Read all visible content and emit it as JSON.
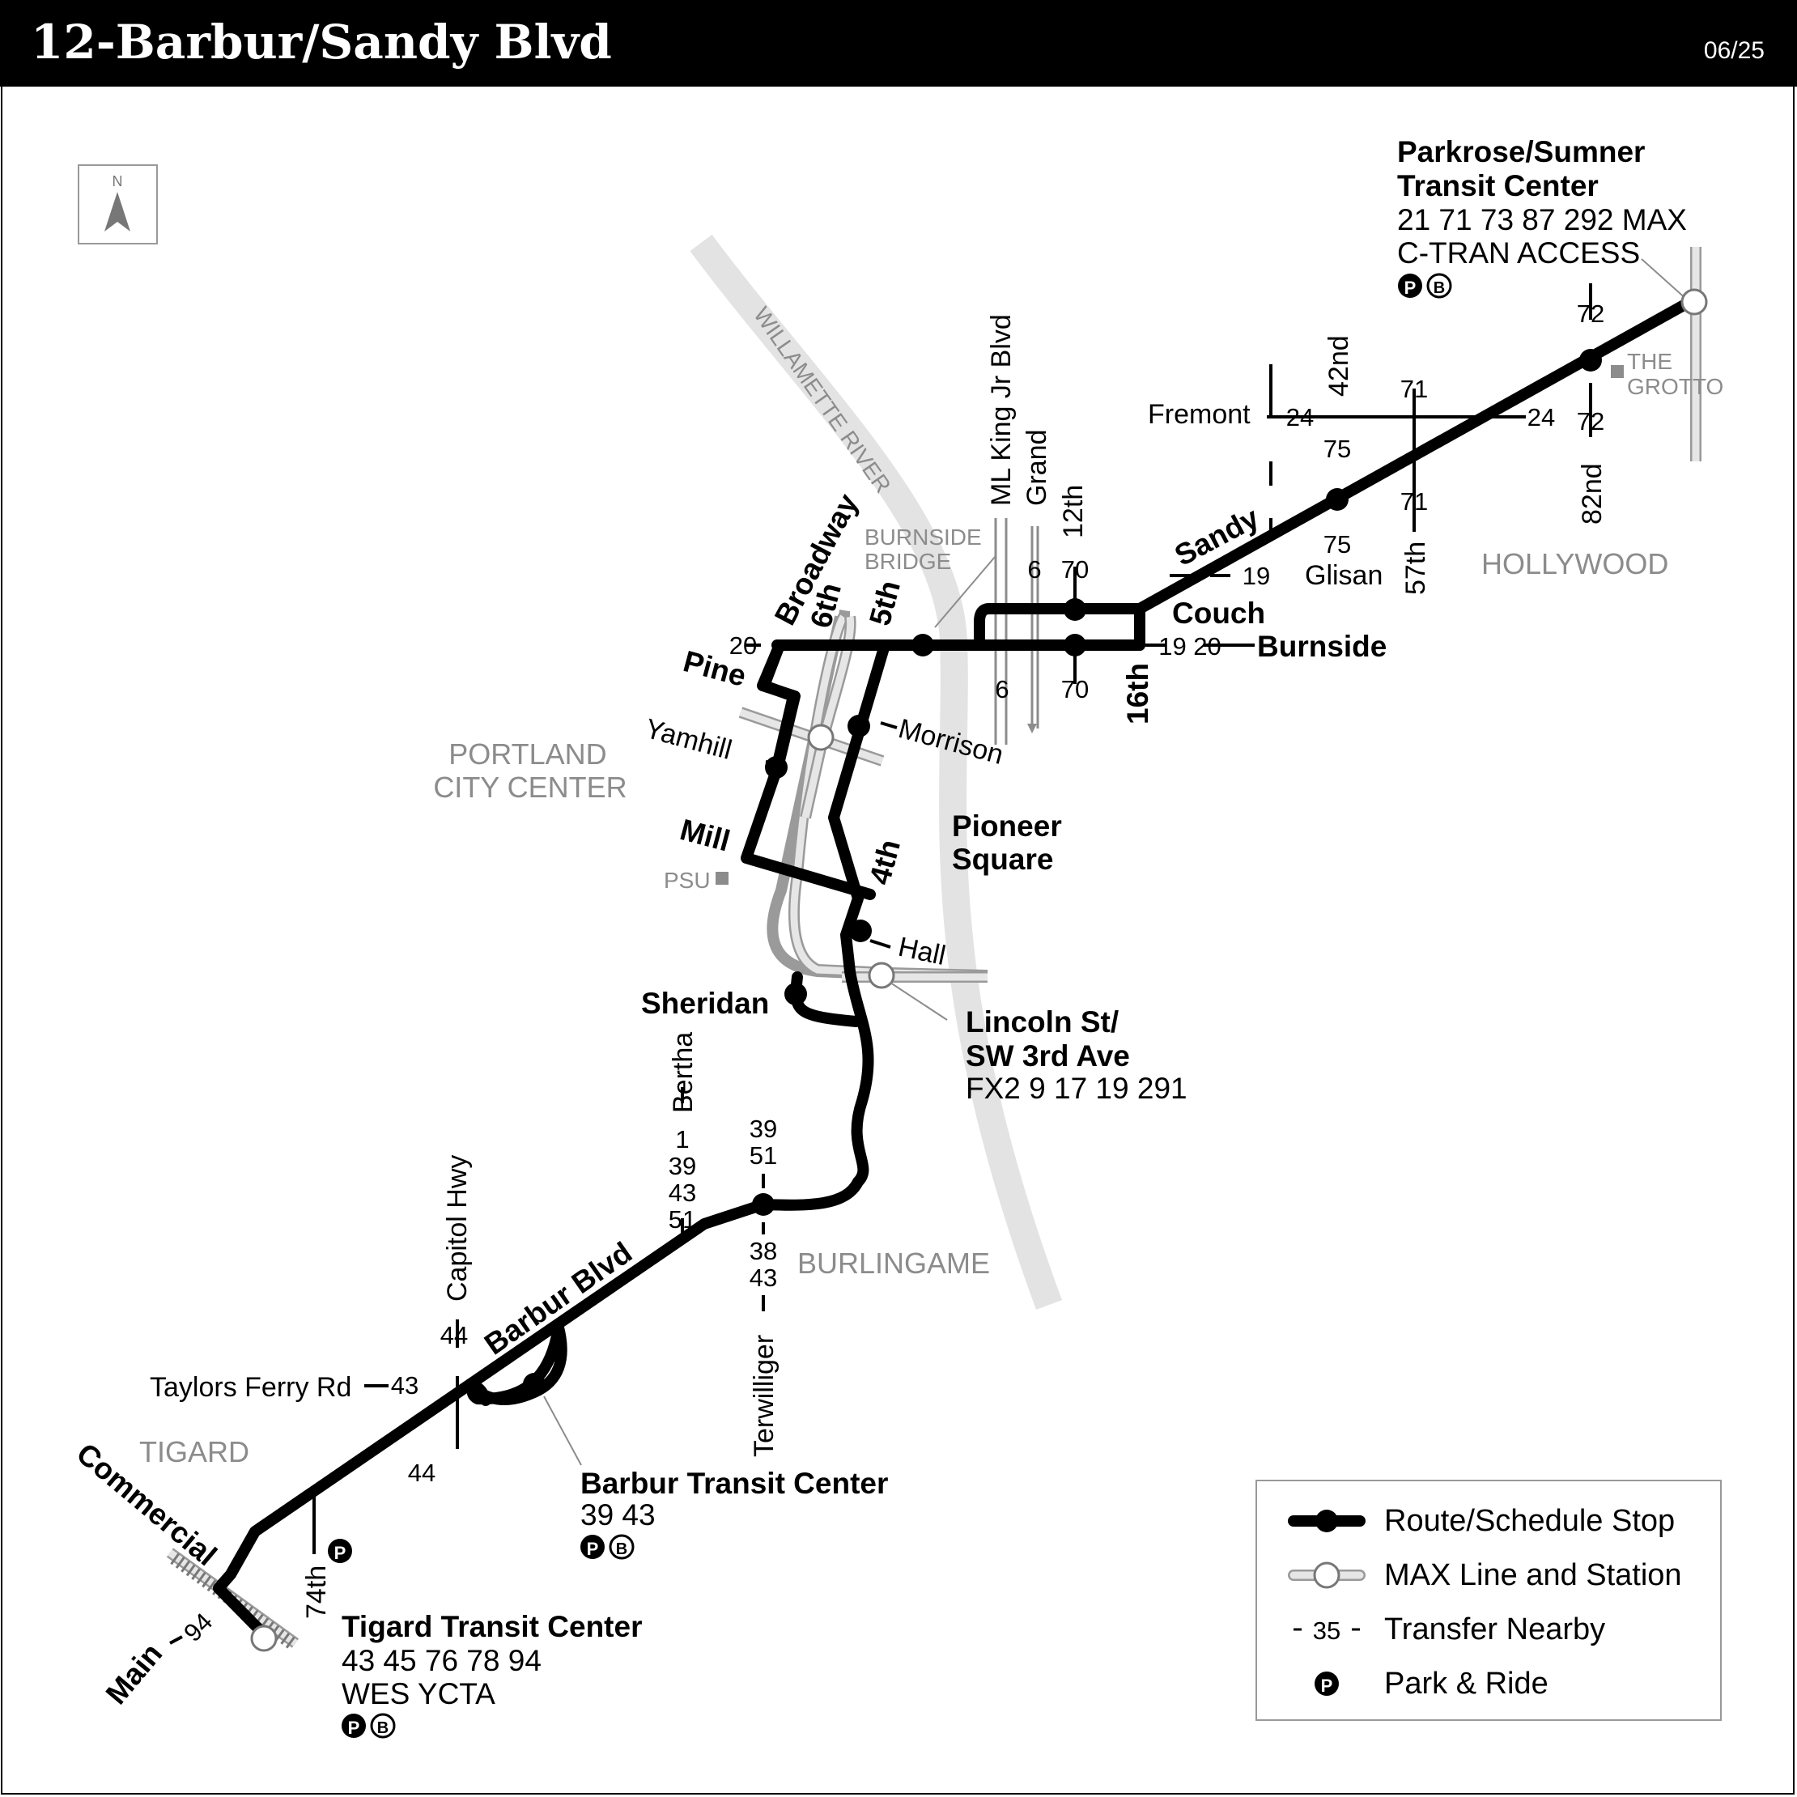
{
  "header": {
    "title": "12-Barbur/Sandy Blvd",
    "date": "06/25"
  },
  "compass": {
    "letter": "N"
  },
  "colors": {
    "route": "#000000",
    "max_line": "#9a9a9a",
    "river": "#e3e3e3",
    "area_label": "#8c8c8c"
  },
  "areas": {
    "portland": [
      "PORTLAND",
      "CITY CENTER"
    ],
    "burlingame": "BURLINGAME",
    "tigard": "TIGARD",
    "hollywood": "HOLLYWOOD",
    "psu": "PSU",
    "grotto": [
      "THE",
      "GROTTO"
    ],
    "river": "WILLAMETTE RIVER",
    "bridge": [
      "BURNSIDE",
      "BRIDGE"
    ]
  },
  "streets": {
    "sandy": "Sandy",
    "couch": "Couch",
    "burnside": "Burnside",
    "sixteenth": "16th",
    "broadway": "Broadway",
    "sixth": "6th",
    "fifth": "5th",
    "pine": "Pine",
    "yamhill": "Yamhill",
    "morrison": "Morrison",
    "mill": "Mill",
    "fourth": "4th",
    "hall": "Hall",
    "sheridan": "Sheridan",
    "barbur": "Barbur Blvd",
    "commercial": "Commercial",
    "main": "Main",
    "mlk": "ML King Jr Blvd",
    "grand": "Grand",
    "twelfth": "12th",
    "fremont": "Fremont",
    "glisan": "Glisan",
    "fortysecond": "42nd",
    "fiftyseventh": "57th",
    "eightysecond": "82nd",
    "bertha": "Bertha",
    "terwilliger": "Terwilliger",
    "capitol": "Capitol Hwy",
    "taylors": "Taylors Ferry Rd",
    "seventyfourth": "74th"
  },
  "transfers": {
    "r72a": "72",
    "r72b": "72",
    "r71a": "71",
    "r71b": "71",
    "r24a": "24",
    "r24b": "24",
    "r75a": "75",
    "r75b": "75",
    "r19": "19",
    "r1920": "19 20",
    "r70a": "70",
    "r70b": "70",
    "r6a": "6",
    "r6b": "6",
    "r20": "20",
    "r44a": "44",
    "r44b": "44",
    "r43": "43",
    "r94": "94",
    "bertha_routes": [
      "1",
      "39",
      "43",
      "51"
    ],
    "terw_top": [
      "39",
      "51"
    ],
    "terw_bot": [
      "38",
      "43"
    ]
  },
  "stations": {
    "parkrose": {
      "name": [
        "Parkrose/Sumner",
        "Transit Center"
      ],
      "routes": [
        "21 71 73 87 292 MAX",
        "C-TRAN ACCESS"
      ],
      "icons": [
        "P",
        "B"
      ]
    },
    "pioneer": {
      "name": [
        "Pioneer",
        "Square"
      ]
    },
    "lincoln": {
      "name": [
        "Lincoln St/",
        "SW 3rd Ave"
      ],
      "routes": "FX2 9 17 19 291"
    },
    "barbur_tc": {
      "name": "Barbur Transit Center",
      "routes": "39 43",
      "icons": [
        "P",
        "B"
      ]
    },
    "tigard_tc": {
      "name": "Tigard Transit Center",
      "routes": [
        "43 45 76 78 94",
        "WES YCTA"
      ],
      "icons": [
        "P",
        "B"
      ]
    },
    "park_74th": "P"
  },
  "legend": {
    "items": [
      {
        "label": "Route/Schedule Stop"
      },
      {
        "label": "MAX Line and Station"
      },
      {
        "label": "Transfer Nearby",
        "sample": "35"
      },
      {
        "label": "Park & Ride",
        "sample": "P"
      }
    ]
  }
}
